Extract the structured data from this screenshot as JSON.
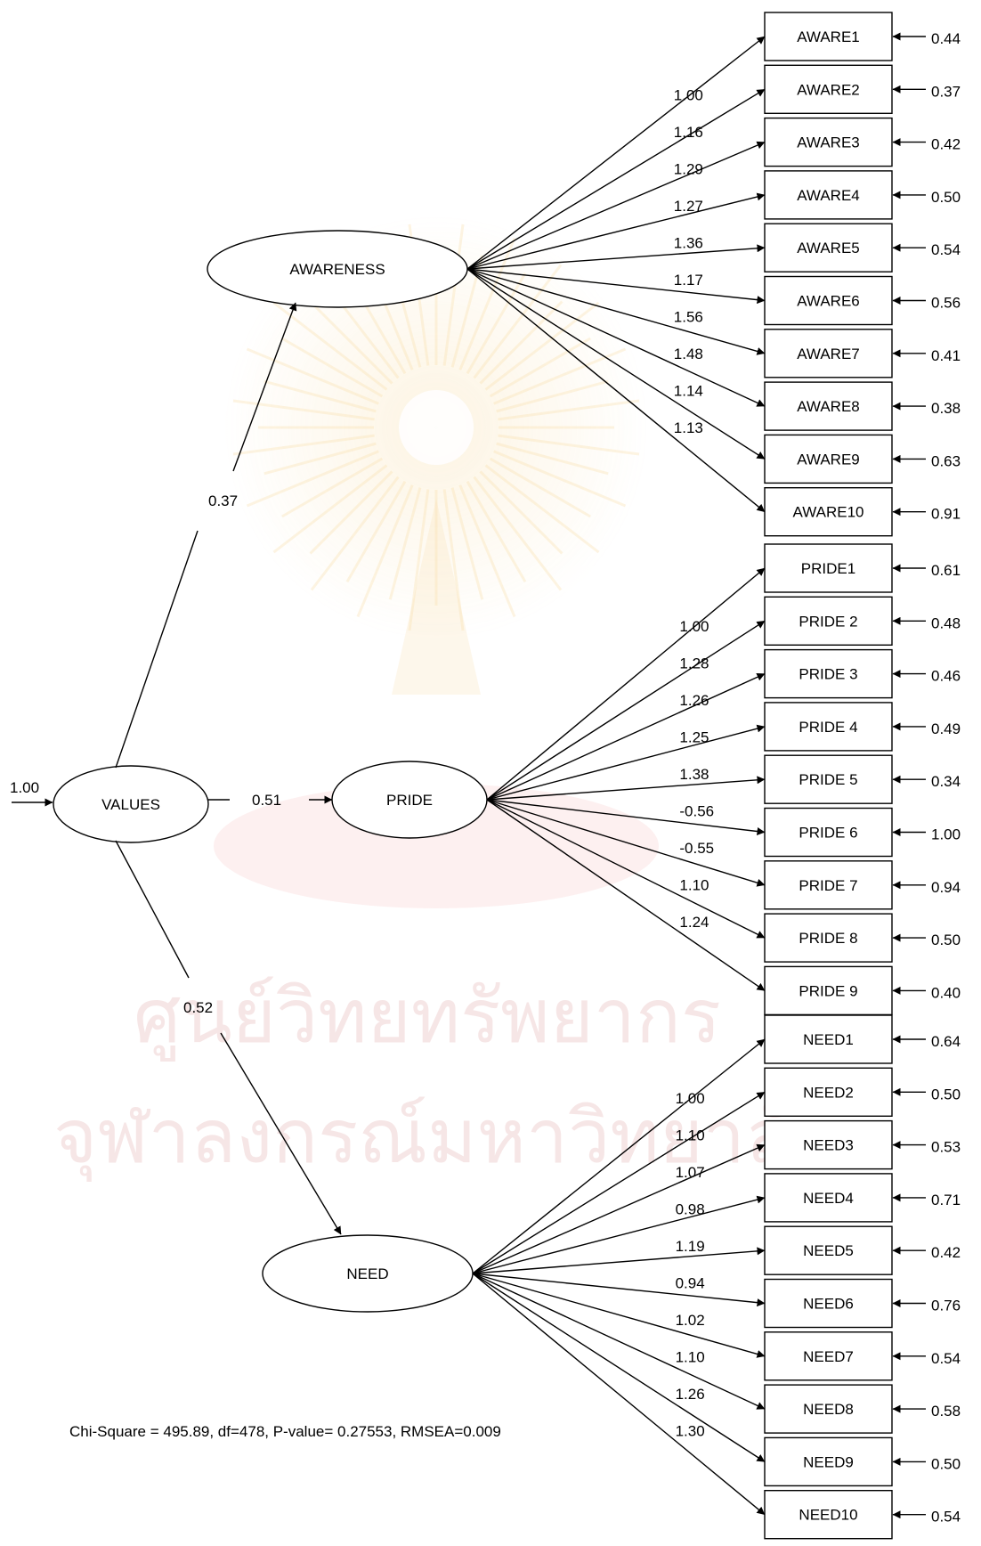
{
  "watermark": {
    "line1": "ศูนย์วิทยทรัพยากร",
    "line2": "จุฬาลงกรณ์มหาวิทยาลัย",
    "seal": "institution-seal-watermark"
  },
  "colors": {
    "line": "#000000",
    "watermark": "#e7b9b9",
    "watermark_seal": "#f3c56a"
  },
  "latent": {
    "values": "VALUES",
    "awareness": "AWARENESS",
    "pride": "PRIDE",
    "need": "NEED"
  },
  "structural": {
    "values_variance": "1.00",
    "values_awareness": "0.37",
    "values_pride": "0.51",
    "values_need": "0.52"
  },
  "awareness_indicators": [
    {
      "name": "AWARE1",
      "loading": "1.00",
      "error": "0.44"
    },
    {
      "name": "AWARE2",
      "loading": "1.16",
      "error": "0.37"
    },
    {
      "name": "AWARE3",
      "loading": "1.29",
      "error": "0.42"
    },
    {
      "name": "AWARE4",
      "loading": "1.27",
      "error": "0.50"
    },
    {
      "name": "AWARE5",
      "loading": "1.36",
      "error": "0.54"
    },
    {
      "name": "AWARE6",
      "loading": "1.17",
      "error": "0.56"
    },
    {
      "name": "AWARE7",
      "loading": "1.56",
      "error": "0.41"
    },
    {
      "name": "AWARE8",
      "loading": "1.48",
      "error": "0.38"
    },
    {
      "name": "AWARE9",
      "loading": "1.14",
      "error": "0.63"
    },
    {
      "name": "AWARE10",
      "loading": "1.13",
      "error": "0.91"
    }
  ],
  "pride_indicators": [
    {
      "name": "PRIDE1",
      "loading": "1.00",
      "error": "0.61"
    },
    {
      "name": "PRIDE 2",
      "loading": "1.28",
      "error": "0.48"
    },
    {
      "name": "PRIDE 3",
      "loading": "1.26",
      "error": "0.46"
    },
    {
      "name": "PRIDE 4",
      "loading": "1.25",
      "error": "0.49"
    },
    {
      "name": "PRIDE 5",
      "loading": "1.38",
      "error": "0.34"
    },
    {
      "name": "PRIDE 6",
      "loading": "-0.56",
      "error": "1.00"
    },
    {
      "name": "PRIDE 7",
      "loading": "-0.55",
      "error": "0.94"
    },
    {
      "name": "PRIDE 8",
      "loading": "1.10",
      "error": "0.50"
    },
    {
      "name": "PRIDE 9",
      "loading": "1.24",
      "error": "0.40"
    }
  ],
  "need_indicators": [
    {
      "name": "NEED1",
      "loading": "1.00",
      "error": "0.64"
    },
    {
      "name": "NEED2",
      "loading": "1.10",
      "error": "0.50"
    },
    {
      "name": "NEED3",
      "loading": "1.07",
      "error": "0.53"
    },
    {
      "name": "NEED4",
      "loading": "0.98",
      "error": "0.71"
    },
    {
      "name": "NEED5",
      "loading": "1.19",
      "error": "0.42"
    },
    {
      "name": "NEED6",
      "loading": "0.94",
      "error": "0.76"
    },
    {
      "name": "NEED7",
      "loading": "1.02",
      "error": "0.54"
    },
    {
      "name": "NEED8",
      "loading": "1.10",
      "error": "0.58"
    },
    {
      "name": "NEED9",
      "loading": "1.26",
      "error": "0.50"
    },
    {
      "name": "NEED10",
      "loading": "1.30",
      "error": "0.54"
    }
  ],
  "fit_statistics": "Chi-Square = 495.89, df=478, P-value= 0.27553, RMSEA=0.009"
}
